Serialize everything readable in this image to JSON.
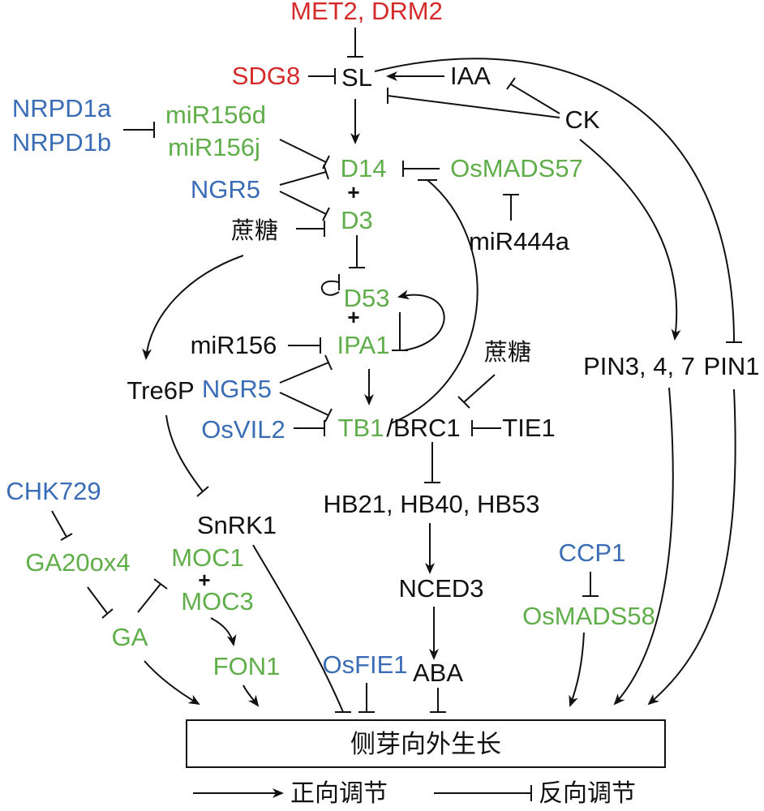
{
  "colors": {
    "red": "#d42a2a",
    "blue": "#3a6db5",
    "green": "#5fae4a",
    "black": "#111111"
  },
  "nodes": {
    "met2_drm2": {
      "text": "MET2, DRM2",
      "color": "red"
    },
    "sdg8": {
      "text": "SDG8",
      "color": "red"
    },
    "sl": {
      "text": "SL",
      "color": "black"
    },
    "iaa": {
      "text": "IAA",
      "color": "black"
    },
    "ck": {
      "text": "CK",
      "color": "black"
    },
    "nrpd1a": {
      "text": "NRPD1a",
      "color": "blue"
    },
    "nrpd1b": {
      "text": "NRPD1b",
      "color": "blue"
    },
    "mir156d": {
      "text": "miR156d",
      "color": "green"
    },
    "mir156j": {
      "text": "miR156j",
      "color": "green"
    },
    "d14": {
      "text": "D14",
      "color": "green"
    },
    "osmads57": {
      "text": "OsMADS57",
      "color": "green"
    },
    "ngr5_top": {
      "text": "NGR5",
      "color": "blue"
    },
    "plus_d14_d3": {
      "text": "+",
      "color": "black"
    },
    "d3": {
      "text": "D3",
      "color": "green"
    },
    "sucrose_left": {
      "text": "蔗糖",
      "color": "black"
    },
    "mir444a": {
      "text": "miR444a",
      "color": "black"
    },
    "d53": {
      "text": "D53",
      "color": "green"
    },
    "plus_d53_ipa1": {
      "text": "+",
      "color": "black"
    },
    "mir156": {
      "text": "miR156",
      "color": "black"
    },
    "ipa1": {
      "text": "IPA1",
      "color": "green"
    },
    "sucrose_right": {
      "text": "蔗糖",
      "color": "black"
    },
    "pin347": {
      "text": "PIN3, 4, 7",
      "color": "black"
    },
    "pin1": {
      "text": "PIN1",
      "color": "black"
    },
    "tre6p": {
      "text": "Tre6P",
      "color": "black"
    },
    "ngr5_mid": {
      "text": "NGR5",
      "color": "blue"
    },
    "osvil2": {
      "text": "OsVIL2",
      "color": "blue"
    },
    "tb1": {
      "text": "TB1",
      "color": "green"
    },
    "brc1": {
      "text": "/BRC1",
      "color": "black"
    },
    "tie1": {
      "text": "TIE1",
      "color": "black"
    },
    "chk729": {
      "text": "CHK729",
      "color": "blue"
    },
    "snrk1": {
      "text": "SnRK1",
      "color": "black"
    },
    "hb": {
      "text": "HB21, HB40, HB53",
      "color": "black"
    },
    "ga20ox4": {
      "text": "GA20ox4",
      "color": "green"
    },
    "moc1": {
      "text": "MOC1",
      "color": "green"
    },
    "plus_moc": {
      "text": "+",
      "color": "black"
    },
    "moc3": {
      "text": "MOC3",
      "color": "green"
    },
    "ccp1": {
      "text": "CCP1",
      "color": "blue"
    },
    "nced3": {
      "text": "NCED3",
      "color": "black"
    },
    "osmads58": {
      "text": "OsMADS58",
      "color": "green"
    },
    "ga": {
      "text": "GA",
      "color": "green"
    },
    "fon1": {
      "text": "FON1",
      "color": "green"
    },
    "osfie1": {
      "text": "OsFIE1",
      "color": "blue"
    },
    "aba": {
      "text": "ABA",
      "color": "black"
    },
    "outcome": {
      "text": "侧芽向外生长",
      "color": "black"
    }
  },
  "legend": {
    "positive": "正向调节",
    "negative": "反向调节"
  }
}
